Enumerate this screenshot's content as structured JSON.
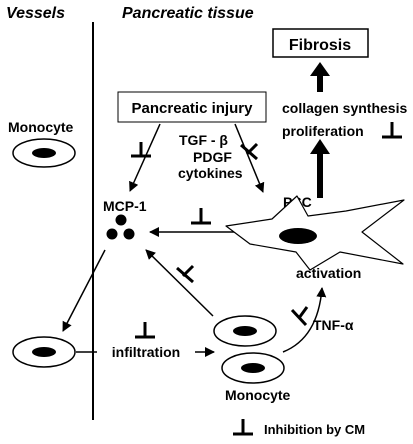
{
  "headers": {
    "vessels": "Vessels",
    "pancreatic_tissue": "Pancreatic tissue"
  },
  "boxes": {
    "fibrosis": "Fibrosis",
    "pancreatic_injury": "Pancreatic injury"
  },
  "labels": {
    "monocyte_top": "Monocyte",
    "collagen_synthesis": "collagen synthesis",
    "proliferation": "proliferation",
    "tgf_beta": "TGF - β",
    "pdgf": "PDGF",
    "cytokines": "cytokines",
    "mcp1": "MCP-1",
    "psc": "PSC",
    "activation": "activation",
    "infiltration": "infiltration",
    "tnf_alpha": "TNF-α",
    "monocyte_bottom": "Monocyte"
  },
  "legend": {
    "text": "Inhibition by CM"
  }
}
